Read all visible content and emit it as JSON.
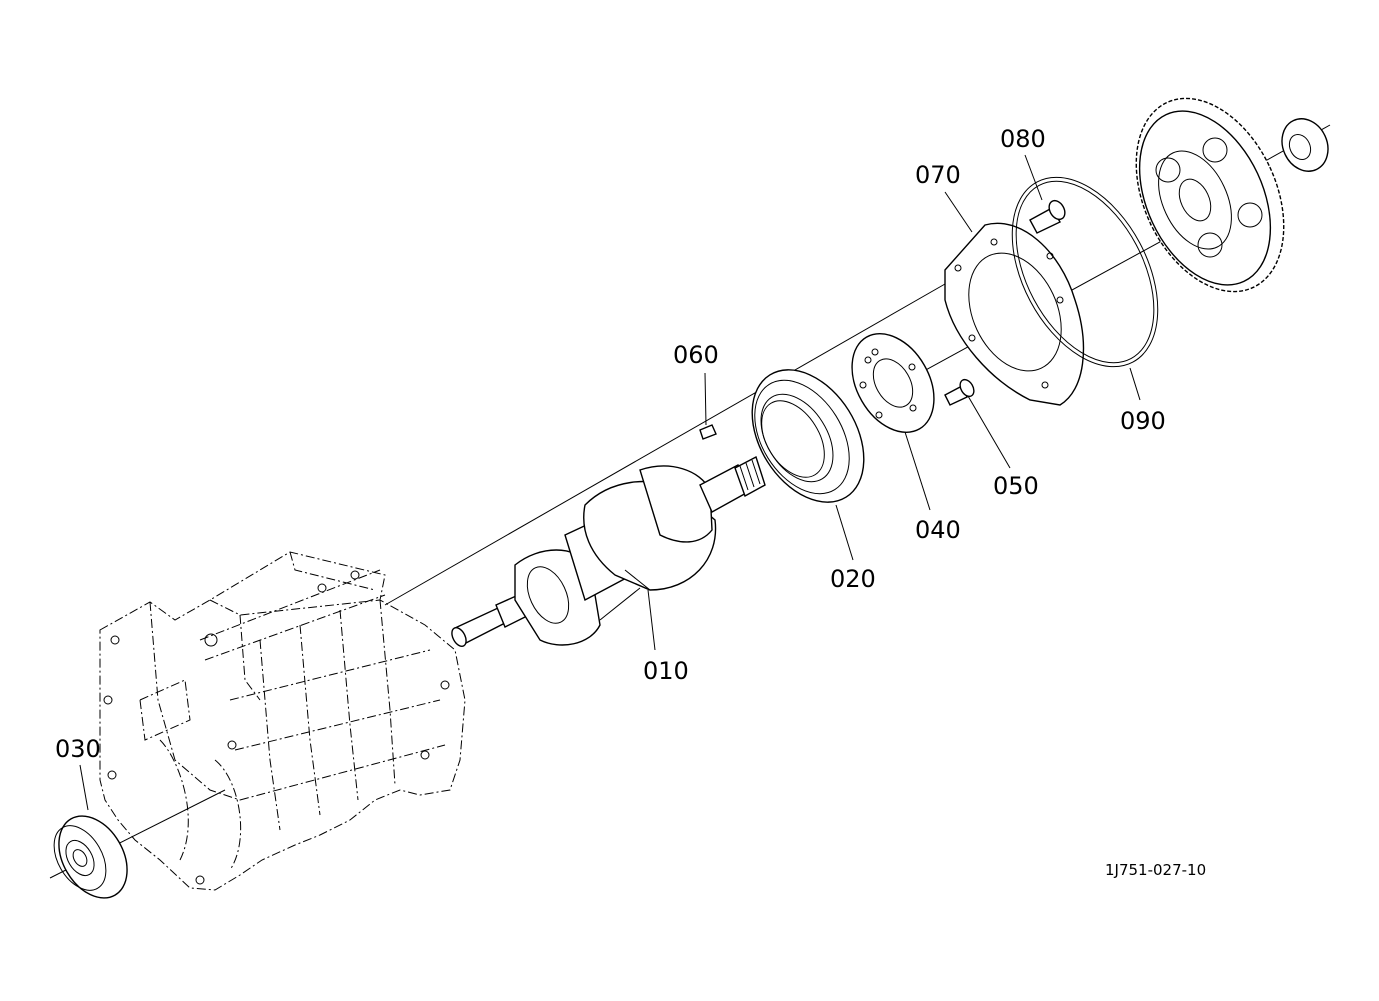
{
  "labels": {
    "p010": "010",
    "p020": "020",
    "p030": "030",
    "p040": "040",
    "p050": "050",
    "p060": "060",
    "p070": "070",
    "p080": "080",
    "p090": "090"
  },
  "drawing_ref": "1J751-027-10"
}
